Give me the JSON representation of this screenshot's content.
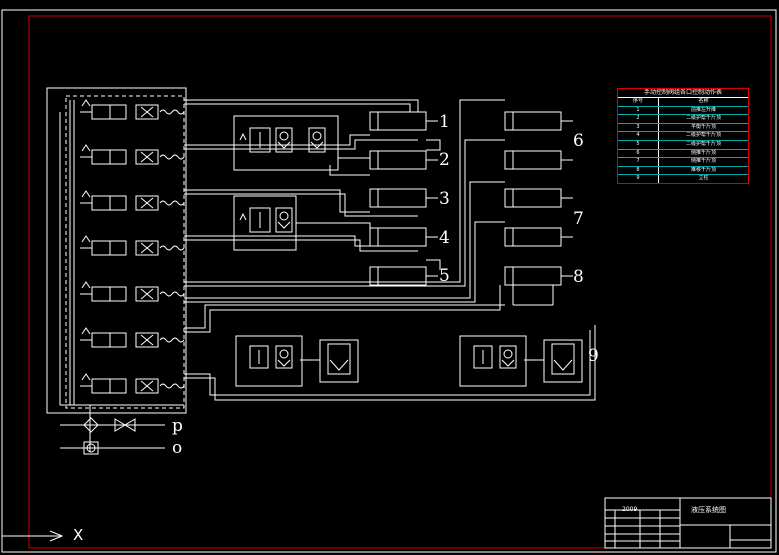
{
  "labels": {
    "n1": "1",
    "n2": "2",
    "n3": "3",
    "n4": "4",
    "n5": "5",
    "n6": "6",
    "n7": "7",
    "n8": "8",
    "n9": "9",
    "p": "p",
    "o": "o",
    "x": "X"
  },
  "parts_table": {
    "title": "手动控制阀组各口控制动作表",
    "header": {
      "no": "序号",
      "name": "名称"
    },
    "rows": [
      {
        "no": "1",
        "name": "前推左升降"
      },
      {
        "no": "2",
        "name": "二级护帮千斤顶"
      },
      {
        "no": "3",
        "name": "平衡千斤顶"
      },
      {
        "no": "4",
        "name": "二级护帮千斤顶"
      },
      {
        "no": "5",
        "name": "二级护帮千斤顶"
      },
      {
        "no": "6",
        "name": "侧推千斤顶"
      },
      {
        "no": "7",
        "name": "侧推千斤顶"
      },
      {
        "no": "8",
        "name": "推移千斤顶"
      },
      {
        "no": "9",
        "name": "立柱"
      }
    ]
  },
  "title_block": {
    "year": "2009",
    "drawing_title": "液压系统图"
  },
  "colors": {
    "background": "#000000",
    "frame": "#cc0000",
    "lines": "#ffffff",
    "grid": "#00aaaa"
  }
}
